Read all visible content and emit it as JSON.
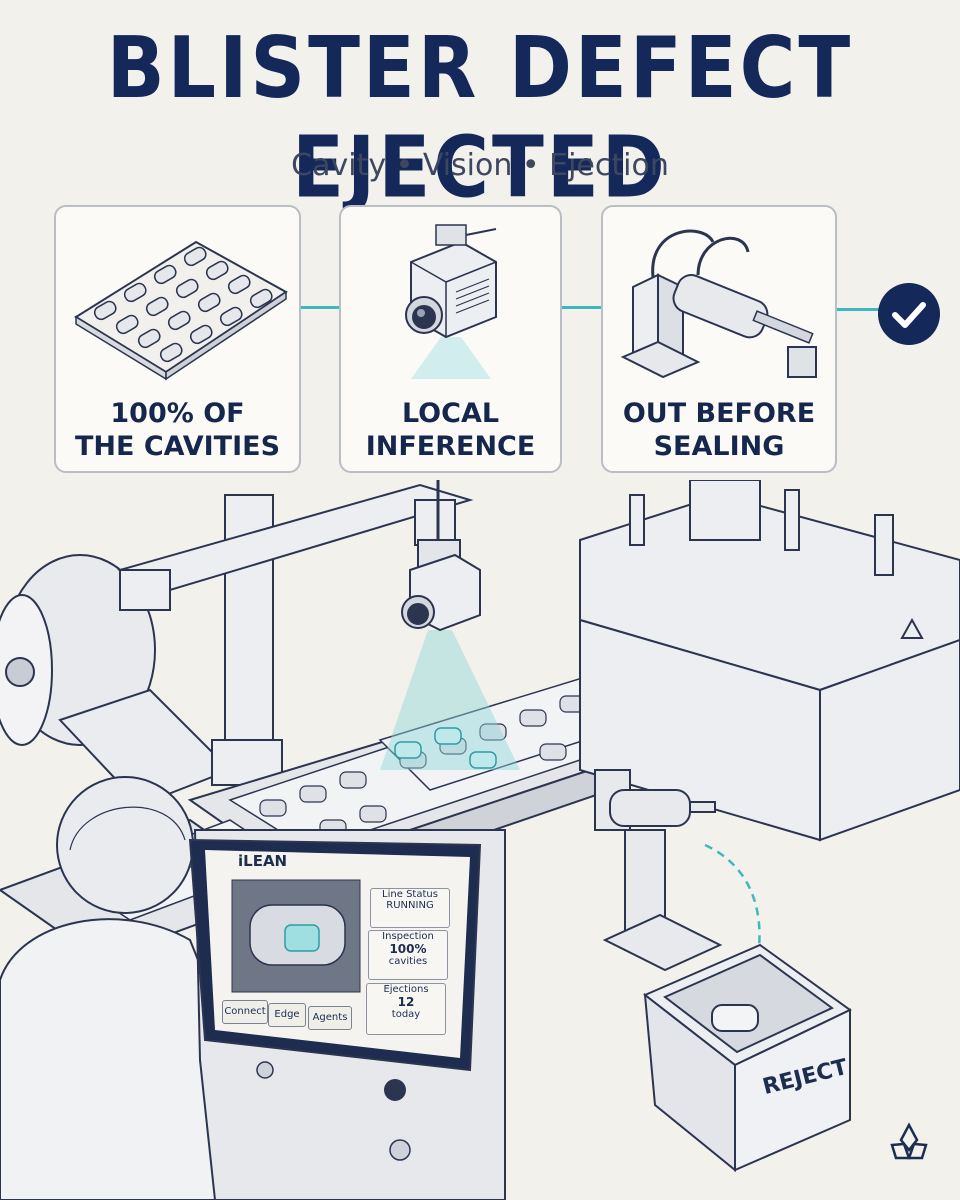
{
  "header": {
    "title": "BLISTER DEFECT EJECTED",
    "subtitle": "Cavity • Vision • Ejection"
  },
  "steps": [
    {
      "label": "100% OF THE CAVITIES",
      "icon": "blister-pack-icon"
    },
    {
      "label": "LOCAL INFERENCE",
      "icon": "vision-camera-icon"
    },
    {
      "label": "OUT BEFORE SEALING",
      "icon": "pneumatic-ejector-icon"
    }
  ],
  "step_lines": [
    [
      "100% OF",
      "THE CAVITIES"
    ],
    [
      "LOCAL",
      "INFERENCE"
    ],
    [
      "OUT BEFORE",
      "SEALING"
    ]
  ],
  "hmi": {
    "brand": "iLEAN",
    "line_status_label": "Line Status",
    "line_status_value": "RUNNING",
    "inspection_label": "Inspection",
    "inspection_value": "100%",
    "inspection_unit": "cavities",
    "ejections_label": "Ejections",
    "ejections_value": "12",
    "ejections_unit": "today",
    "buttons": [
      "Connect",
      "Edge",
      "Agents"
    ]
  },
  "reject_bin_label": "REJECT",
  "colors": {
    "navy": "#14285a",
    "teal": "#3db8bd",
    "background": "#f3f1ec"
  }
}
